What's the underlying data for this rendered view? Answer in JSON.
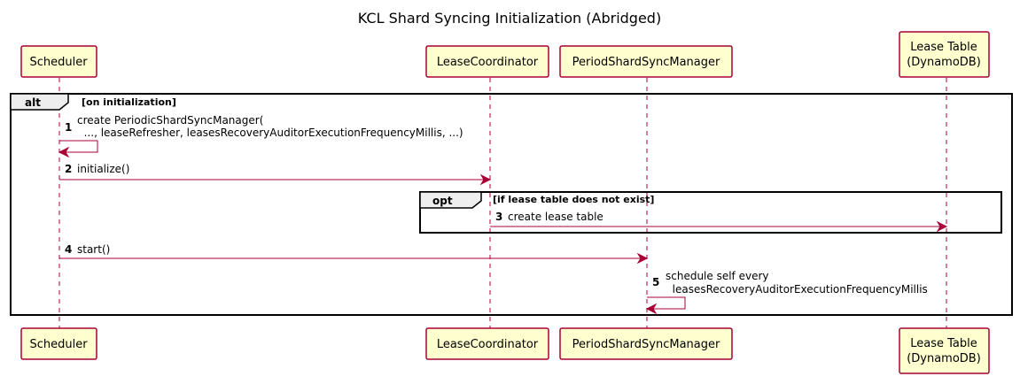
{
  "title": "KCL Shard Syncing Initialization (Abridged)",
  "participants": [
    {
      "id": "scheduler",
      "lines": [
        "Scheduler"
      ]
    },
    {
      "id": "lease-coordinator",
      "lines": [
        "LeaseCoordinator"
      ]
    },
    {
      "id": "period-shard-sync-manager",
      "lines": [
        "PeriodShardSyncManager"
      ]
    },
    {
      "id": "lease-table",
      "lines": [
        "Lease Table",
        "(DynamoDB)"
      ]
    }
  ],
  "frames": [
    {
      "tag": "alt",
      "condition": "[on initialization]"
    },
    {
      "tag": "opt",
      "condition": "[if lease table does not exist]"
    }
  ],
  "messages": [
    {
      "num": "1",
      "lines": [
        "create PeriodicShardSyncManager(",
        "  ..., leaseRefresher, leasesRecoveryAuditorExecutionFrequencyMillis, ...)"
      ]
    },
    {
      "num": "2",
      "lines": [
        "initialize()"
      ]
    },
    {
      "num": "3",
      "lines": [
        "create lease table"
      ]
    },
    {
      "num": "4",
      "lines": [
        "start()"
      ]
    },
    {
      "num": "5",
      "lines": [
        "schedule self every",
        "  leasesRecoveryAuditorExecutionFrequencyMillis"
      ]
    }
  ],
  "colors": {
    "participant_fill": "#FEFECE",
    "accent": "#A80036",
    "frame_tag_fill": "#EEEEEE"
  }
}
